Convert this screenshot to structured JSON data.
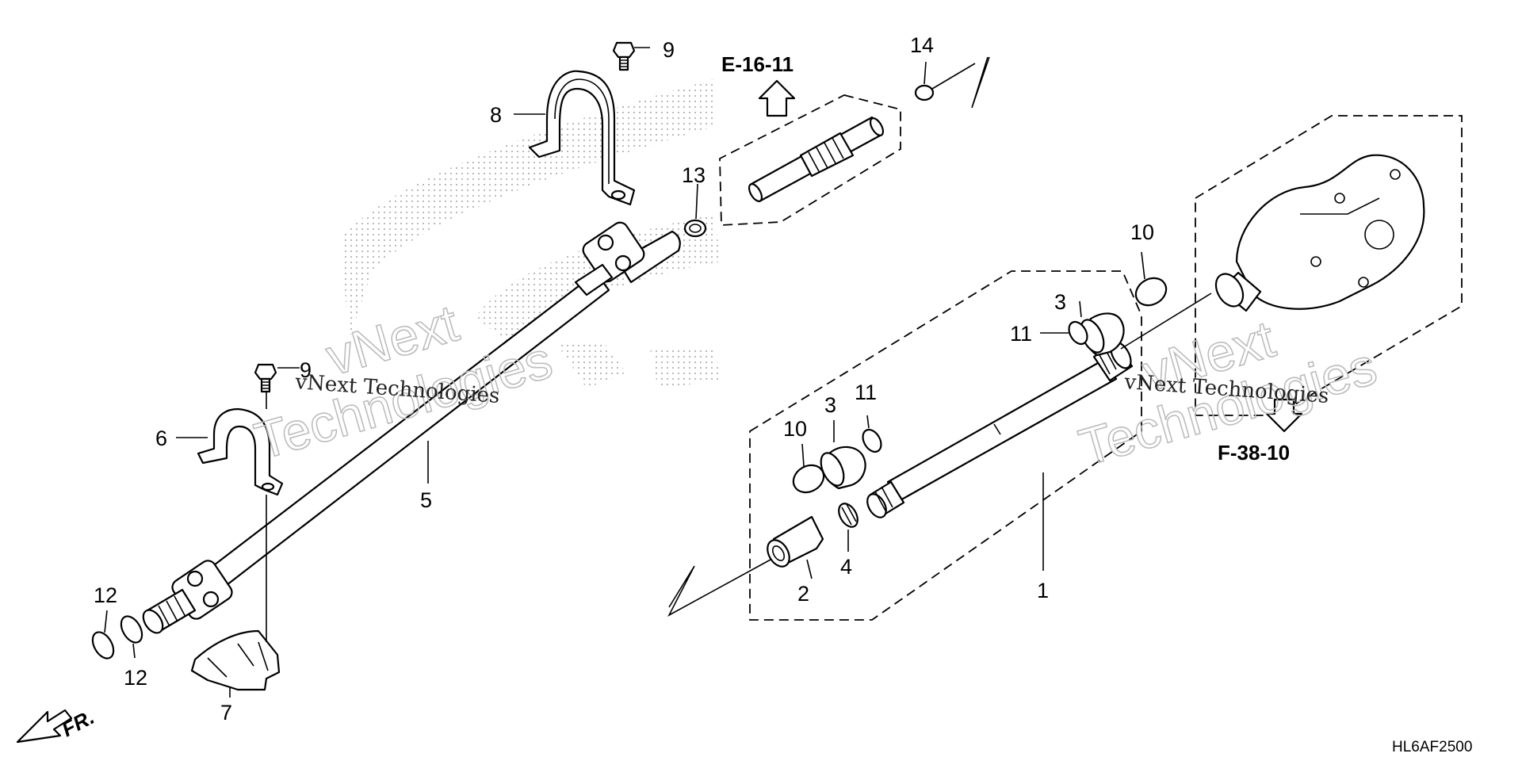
{
  "diagram": {
    "callouts": {
      "c1": "1",
      "c2": "2",
      "c3a": "3",
      "c3b": "3",
      "c4": "4",
      "c5": "5",
      "c6": "6",
      "c7": "7",
      "c8": "8",
      "c9a": "9",
      "c9b": "9",
      "c10a": "10",
      "c10b": "10",
      "c11a": "11",
      "c11b": "11",
      "c12a": "12",
      "c12b": "12",
      "c13": "13",
      "c14": "14"
    },
    "references": {
      "up": "E-16-11",
      "down": "F-38-10"
    },
    "direction_label": "FR.",
    "diagram_code": "HL6AF2500",
    "watermarks": {
      "small": "vNext Technologies",
      "big_top": "vNext",
      "big_bottom": "Technologies"
    }
  }
}
